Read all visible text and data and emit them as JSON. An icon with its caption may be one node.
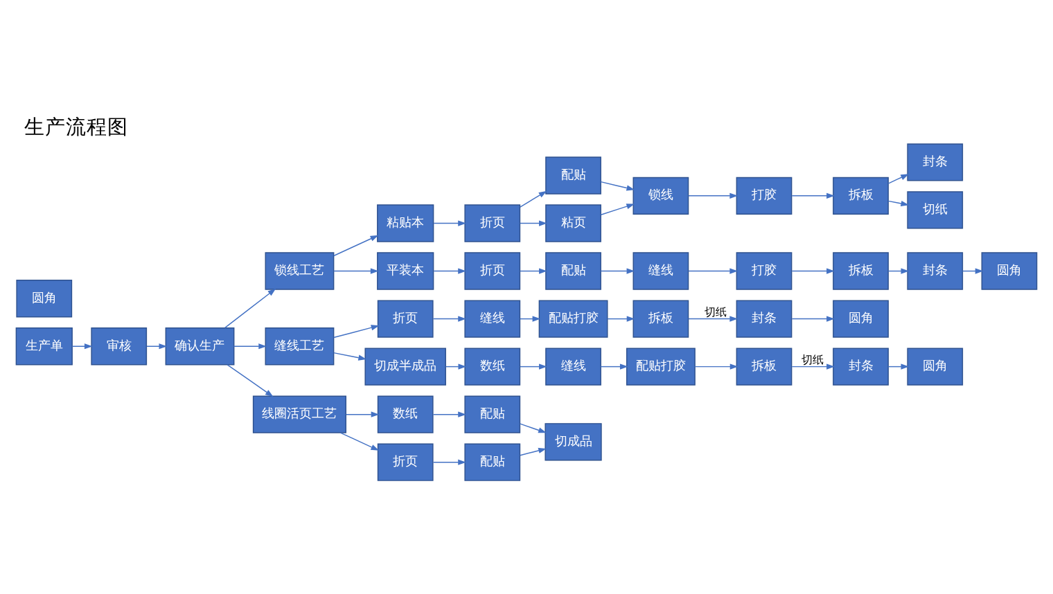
{
  "diagram": {
    "title": "生产流程图",
    "nodes": [
      {
        "text": [
          "生产单"
        ]
      },
      {
        "text": [
          "审核"
        ]
      },
      {
        "text": [
          "确认生产"
        ]
      },
      {
        "text": [
          "锁线工艺"
        ]
      },
      {
        "text": [
          "粘贴本"
        ]
      },
      {
        "text": [
          "折页"
        ]
      },
      {
        "text": [
          "配贴"
        ]
      },
      {
        "text": [
          "粘页"
        ]
      },
      {
        "text": [
          "锁线"
        ]
      },
      {
        "text": [
          "打胶"
        ]
      },
      {
        "text": [
          "拆板"
        ]
      },
      {
        "text": [
          "封条"
        ]
      },
      {
        "text": [
          "切纸"
        ]
      },
      {
        "text": [
          "圆角"
        ]
      },
      {
        "text": [
          "平装本"
        ]
      },
      {
        "text": [
          "折页"
        ]
      },
      {
        "text": [
          "配贴"
        ]
      },
      {
        "text": [
          "缝线"
        ]
      },
      {
        "text": [
          "打胶"
        ]
      },
      {
        "text": [
          "拆板"
        ]
      },
      {
        "text": [
          "封条"
        ]
      },
      {
        "text": [
          "圆角"
        ]
      },
      {
        "text": [
          "缝线工艺"
        ]
      },
      {
        "text": [
          "折页"
        ]
      },
      {
        "text": [
          "缝线"
        ]
      },
      {
        "text": [
          "配贴打胶"
        ]
      },
      {
        "text": [
          "拆板"
        ]
      },
      {
        "text": [
          "封条"
        ]
      },
      {
        "text": [
          "圆角"
        ]
      },
      {
        "text": [
          "切成半成品"
        ]
      },
      {
        "text": [
          "数纸"
        ]
      },
      {
        "text": [
          "缝线"
        ]
      },
      {
        "text": [
          "配贴打胶"
        ]
      },
      {
        "text": [
          "拆板"
        ]
      },
      {
        "text": [
          "封条"
        ]
      },
      {
        "text": [
          "圆角"
        ]
      },
      {
        "text": [
          "线圈活页工艺"
        ]
      },
      {
        "text": [
          "数纸"
        ]
      },
      {
        "text": [
          "配贴"
        ]
      },
      {
        "text": [
          "折页"
        ]
      },
      {
        "text": [
          "配贴"
        ]
      },
      {
        "text": [
          "切成品"
        ]
      }
    ],
    "edges": [
      {
        "from": 0,
        "to": 1,
        "arrow": "to"
      },
      {
        "from": 1,
        "to": 2,
        "arrow": "to"
      },
      {
        "from": 2,
        "to": 3,
        "arrow": "to"
      },
      {
        "from": 2,
        "to": 22,
        "arrow": "to"
      },
      {
        "from": 2,
        "to": 36,
        "arrow": "to"
      },
      {
        "from": 3,
        "to": 4,
        "arrow": "to"
      },
      {
        "from": 4,
        "to": 5,
        "arrow": "to"
      },
      {
        "from": 5,
        "to": 6,
        "arrow": "to"
      },
      {
        "from": 5,
        "to": 7,
        "arrow": "to"
      },
      {
        "from": 6,
        "to": 8,
        "arrow": "to"
      },
      {
        "from": 7,
        "to": 8,
        "arrow": "to"
      },
      {
        "from": 8,
        "to": 9,
        "arrow": "to"
      },
      {
        "from": 9,
        "to": 10,
        "arrow": "to"
      },
      {
        "from": 10,
        "to": 11,
        "arrow": "to"
      },
      {
        "from": 10,
        "to": 12,
        "arrow": "to"
      },
      {
        "from": 3,
        "to": 14,
        "arrow": "to"
      },
      {
        "from": 14,
        "to": 15,
        "arrow": "to"
      },
      {
        "from": 15,
        "to": 16,
        "arrow": "to"
      },
      {
        "from": 16,
        "to": 17,
        "arrow": "to"
      },
      {
        "from": 17,
        "to": 18,
        "arrow": "to"
      },
      {
        "from": 18,
        "to": 19,
        "arrow": "to"
      },
      {
        "from": 19,
        "to": 20,
        "arrow": "to"
      },
      {
        "from": 20,
        "to": 21,
        "arrow": "to"
      },
      {
        "from": 22,
        "to": 23,
        "arrow": "to"
      },
      {
        "from": 23,
        "to": 24,
        "arrow": "to"
      },
      {
        "from": 24,
        "to": 25,
        "arrow": "to"
      },
      {
        "from": 25,
        "to": 26,
        "arrow": "to"
      },
      {
        "from": 26,
        "to": 27,
        "arrow": "to",
        "label": "切纸"
      },
      {
        "from": 27,
        "to": 28,
        "arrow": "to"
      },
      {
        "from": 22,
        "to": 29,
        "arrow": "to"
      },
      {
        "from": 29,
        "to": 30,
        "arrow": "to"
      },
      {
        "from": 30,
        "to": 31,
        "arrow": "to"
      },
      {
        "from": 31,
        "to": 32,
        "arrow": "to"
      },
      {
        "from": 32,
        "to": 33,
        "arrow": "to"
      },
      {
        "from": 33,
        "to": 34,
        "arrow": "to",
        "label": "切纸"
      },
      {
        "from": 34,
        "to": 35,
        "arrow": "to"
      },
      {
        "from": 36,
        "to": 37,
        "arrow": "to"
      },
      {
        "from": 36,
        "to": 39,
        "arrow": "to"
      },
      {
        "from": 37,
        "to": 38,
        "arrow": "to"
      },
      {
        "from": 39,
        "to": 40,
        "arrow": "to"
      },
      {
        "from": 38,
        "to": 41,
        "arrow": "to"
      },
      {
        "from": 40,
        "to": 41,
        "arrow": "to"
      }
    ]
  }
}
